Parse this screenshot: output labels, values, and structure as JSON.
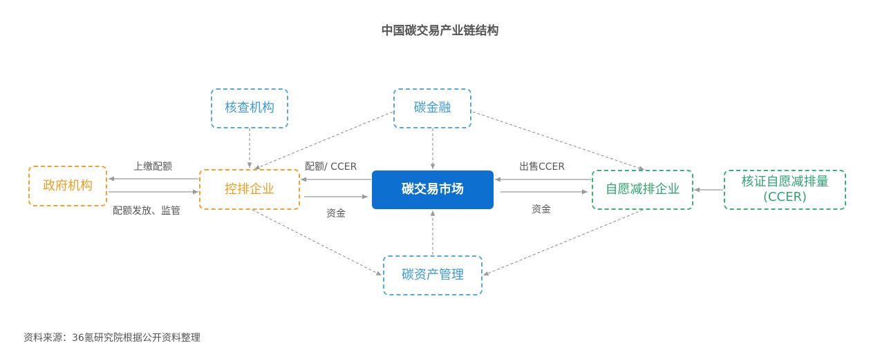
{
  "title": "中国碳交易产业链结构",
  "nodes": {
    "verify": "核查机构",
    "finance": "碳金融",
    "gov": "政府机构",
    "controlled": "控排企业",
    "market": "碳交易市场",
    "voluntary": "自愿减排企业",
    "ccer_line1": "核证自愿减排量",
    "ccer_line2": "(CCER)",
    "asset": "碳资产管理"
  },
  "edge_labels": {
    "gov_up": "上缴配额",
    "gov_down": "配额发放、监管",
    "ctrl_up": "配额/ CCER",
    "ctrl_down": "资金",
    "vol_up": "出售CCER",
    "vol_down": "资金"
  },
  "source": "资料来源：36氪研究院根据公开资料整理",
  "colors": {
    "blue": "#3b9bd2",
    "orange": "#ef9d1f",
    "green": "#2ea56f",
    "core": "#0d6fd0",
    "arrow": "#9a9a9a"
  }
}
